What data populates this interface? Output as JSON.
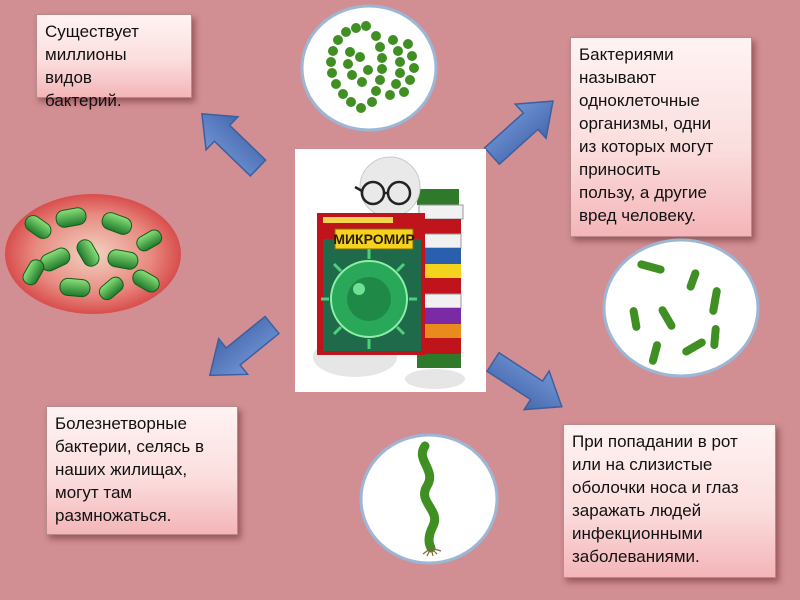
{
  "notes": {
    "top_left": [
      "Существует",
      "миллионы",
      "видов",
      "бактерий."
    ],
    "top_right": [
      "Бактериями",
      "называют",
      "одноклеточные",
      "организмы, одни",
      "из которых могут",
      "приносить",
      "пользу, а другие",
      "вред человеку."
    ],
    "bottom_left": [
      "Болезнетворные",
      "бактерии, селясь в",
      "наших жилищах,",
      "могут там",
      "размножаться."
    ],
    "bottom_right": [
      "При попадании  в рот",
      "или на слизистые",
      "оболочки носа и глаз",
      "заражать людей",
      "инфекционными",
      "заболеваниями."
    ]
  },
  "book": {
    "title": "МИКРОМИР"
  },
  "icons": [
    "cocci-cluster-icon",
    "rod-bacteria-icon",
    "spirillum-icon",
    "bacteria-photo",
    "reading-figure-illustration"
  ],
  "colors": {
    "background": "#d28f93",
    "arrow": "#5a7fc0",
    "bacteria_green": "#3f8f22",
    "book_red": "#c0141c"
  }
}
